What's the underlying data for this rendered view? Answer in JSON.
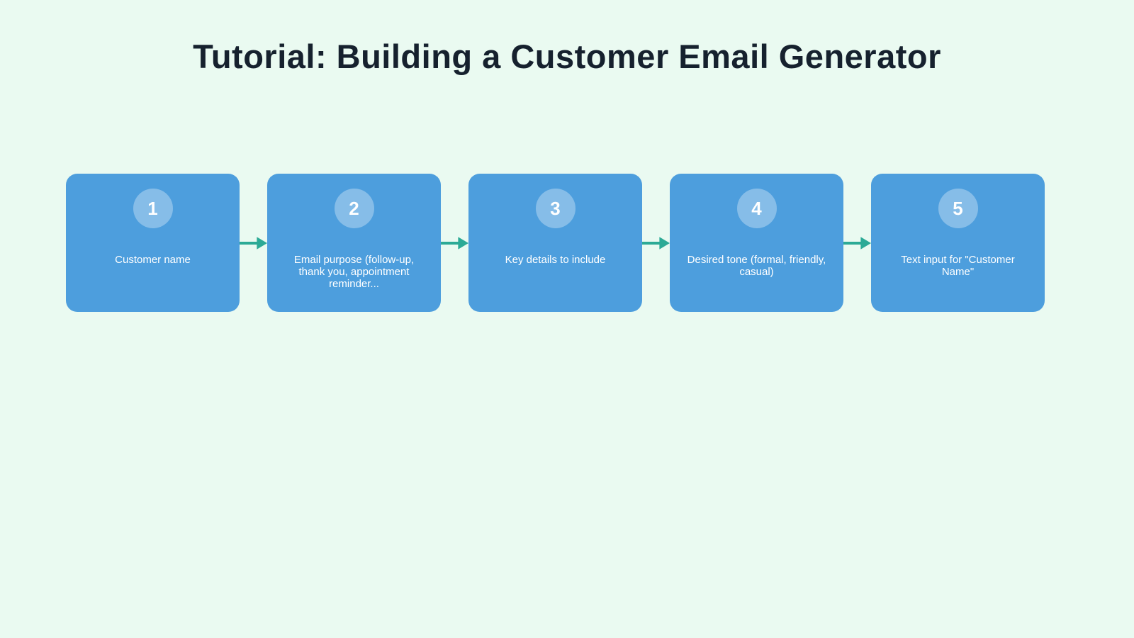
{
  "page": {
    "title": "Tutorial: Building a Customer Email Generator"
  },
  "theme": {
    "background": "#eafaf1",
    "card": "#4d9edd",
    "arrow": "#2caa96",
    "title": "#16212e",
    "card-text": "#ffffff"
  },
  "flow": {
    "steps": [
      {
        "number": "1",
        "label": "Customer name"
      },
      {
        "number": "2",
        "label": "Email purpose (follow-up, thank you, appointment reminder..."
      },
      {
        "number": "3",
        "label": "Key details to include"
      },
      {
        "number": "4",
        "label": "Desired tone (formal, friendly, casual)"
      },
      {
        "number": "5",
        "label": "Text input for \"Customer Name\""
      }
    ],
    "arrow_icon": "arrow-right-icon"
  }
}
